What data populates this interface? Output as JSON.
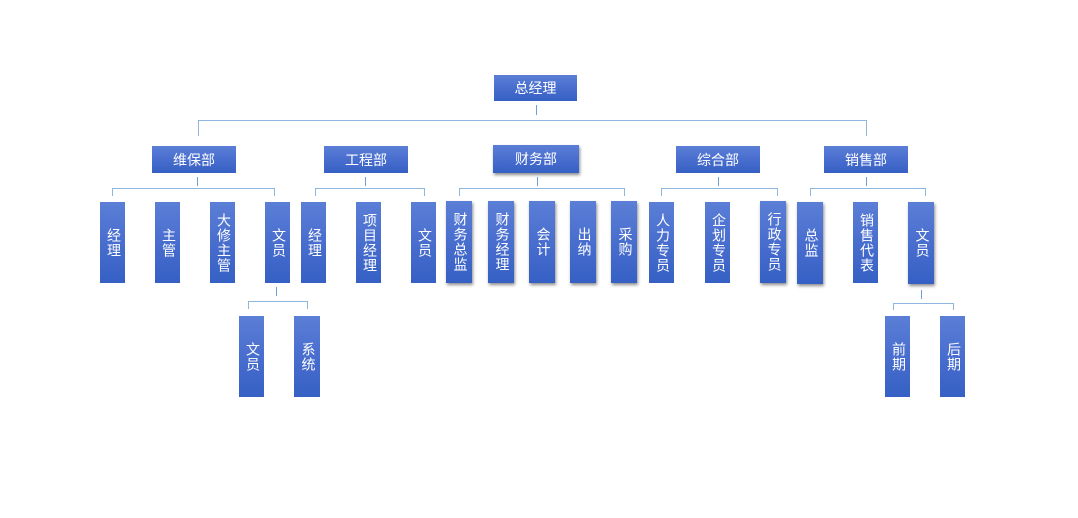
{
  "chart_data": {
    "type": "org-chart",
    "root": "总经理",
    "departments": [
      {
        "name": "维保部",
        "children": [
          "经理",
          "主管",
          "大修主管",
          {
            "name": "文员",
            "children": [
              "文员",
              "系统"
            ]
          }
        ]
      },
      {
        "name": "工程部",
        "children": [
          "经理",
          "项目经理",
          "文员"
        ]
      },
      {
        "name": "财务部",
        "children": [
          "财务总监",
          "财务经理",
          "会计",
          "出纳",
          "采购"
        ]
      },
      {
        "name": "综合部",
        "children": [
          "人力专员",
          "企划专员",
          "行政专员"
        ]
      },
      {
        "name": "销售部",
        "children": [
          "总监",
          "销售代表",
          {
            "name": "文员",
            "children": [
              "前期",
              "后期"
            ]
          }
        ]
      }
    ]
  },
  "colors": {
    "box": "#4a6fcf",
    "box_top": "#5b7fd6",
    "box_bottom": "#3660c4",
    "connector": "#8fb6de",
    "text": "#ffffff"
  },
  "root": {
    "label": "总经理"
  },
  "depts": {
    "weibao": {
      "label": "维保部",
      "children": [
        "经理",
        "主管",
        "大修主管",
        "文员"
      ],
      "sub": [
        "文员",
        "系统"
      ]
    },
    "gongcheng": {
      "label": "工程部",
      "children": [
        "经理",
        "项目经理",
        "文员"
      ]
    },
    "caiwu": {
      "label": "财务部",
      "children": [
        "财务总监",
        "财务经理",
        "会计",
        "出纳",
        "采购"
      ]
    },
    "zonghe": {
      "label": "综合部",
      "children": [
        "人力专员",
        "企划专员",
        "行政专员"
      ]
    },
    "xiaoshou": {
      "label": "销售部",
      "children": [
        "总监",
        "销售代表",
        "文员"
      ],
      "sub": [
        "前期",
        "后期"
      ]
    }
  }
}
